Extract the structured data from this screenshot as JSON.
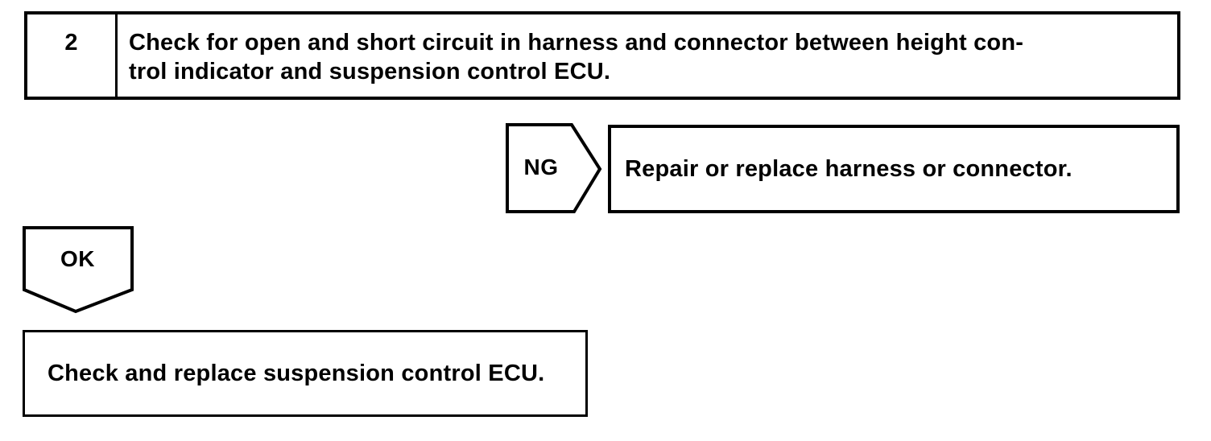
{
  "page": {
    "background_color": "#ffffff",
    "line_color": "#000000",
    "text_color": "#000000"
  },
  "flowchart": {
    "step_box": {
      "number": "2",
      "instruction_line1": "Check for open and short circuit in harness and connector between height con-",
      "instruction_line2": "trol indicator and suspension control ECU."
    },
    "ng_branch": {
      "connector_label": "NG",
      "action": "Repair or replace harness or connector."
    },
    "ok_branch": {
      "connector_label": "OK",
      "action": "Check and replace suspension control ECU."
    }
  }
}
